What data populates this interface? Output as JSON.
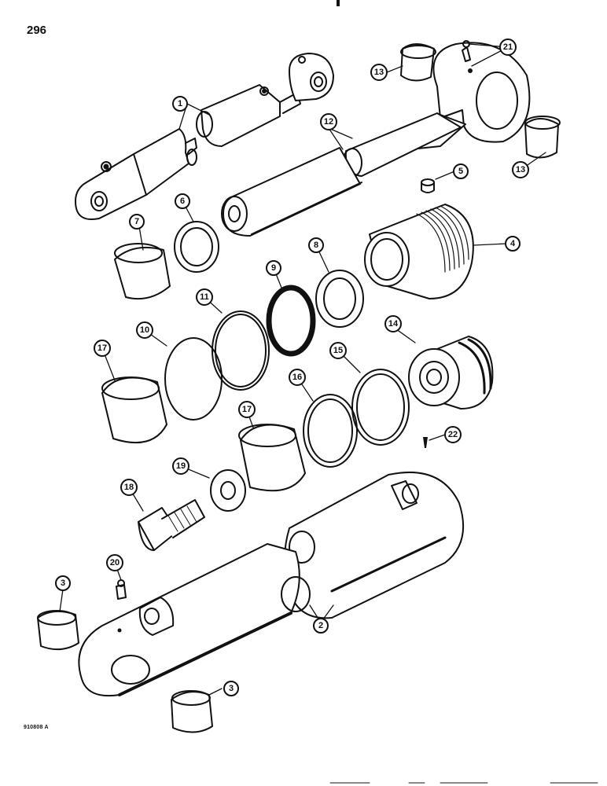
{
  "page": {
    "number": "296",
    "figure_code": "910808 A"
  },
  "colors": {
    "ink": "#111111",
    "paper": "#ffffff",
    "shade": "#d9d9d9"
  },
  "callouts": [
    {
      "id": "c1",
      "label": "1"
    },
    {
      "id": "c2",
      "label": "2"
    },
    {
      "id": "c3a",
      "label": "3"
    },
    {
      "id": "c3b",
      "label": "3"
    },
    {
      "id": "c4",
      "label": "4"
    },
    {
      "id": "c5",
      "label": "5"
    },
    {
      "id": "c6",
      "label": "6"
    },
    {
      "id": "c7",
      "label": "7"
    },
    {
      "id": "c8",
      "label": "8"
    },
    {
      "id": "c9",
      "label": "9"
    },
    {
      "id": "c10",
      "label": "10"
    },
    {
      "id": "c11",
      "label": "11"
    },
    {
      "id": "c12",
      "label": "12"
    },
    {
      "id": "c13a",
      "label": "13"
    },
    {
      "id": "c13b",
      "label": "13"
    },
    {
      "id": "c14",
      "label": "14"
    },
    {
      "id": "c15",
      "label": "15"
    },
    {
      "id": "c16",
      "label": "16"
    },
    {
      "id": "c17a",
      "label": "17"
    },
    {
      "id": "c17b",
      "label": "17"
    },
    {
      "id": "c18",
      "label": "18"
    },
    {
      "id": "c19",
      "label": "19"
    },
    {
      "id": "c20",
      "label": "20"
    },
    {
      "id": "c21",
      "label": "21"
    },
    {
      "id": "c22",
      "label": "22"
    }
  ]
}
